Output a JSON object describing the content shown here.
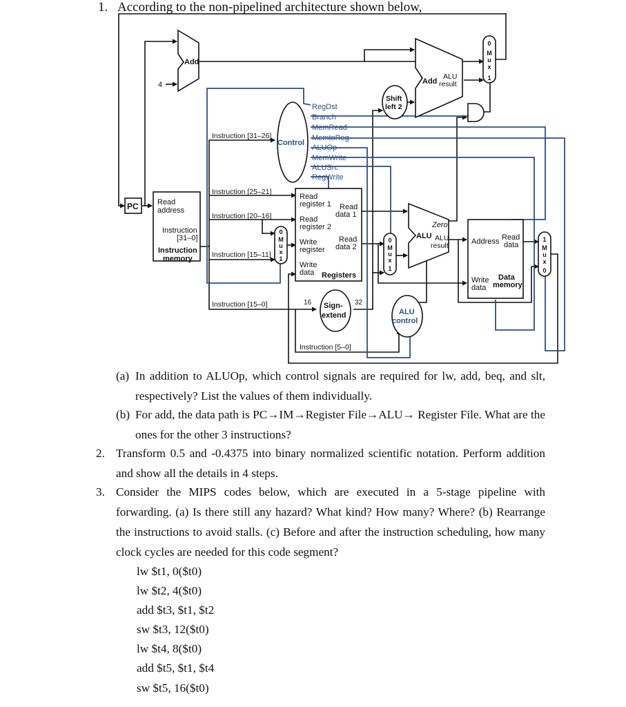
{
  "q1": {
    "number": "1.",
    "text": "According to the non-pipelined architecture shown below,",
    "a_label": "(a)",
    "a_text": "In addition to ALUOp, which control signals are required for lw, add, beq, and slt, respectively? List the values of them individually.",
    "b_label": "(b)",
    "b_text": "For add, the data path is PC→IM→Register File→ALU→ Register File. What are the ones for the other 3 instructions?"
  },
  "q2": {
    "number": "2.",
    "text": "Transform 0.5 and -0.4375 into binary normalized scientific notation. Perform addition and show all the details in 4 steps."
  },
  "q3": {
    "number": "3.",
    "text": "Consider the MIPS codes below, which are executed in a 5-stage pipeline with forwarding. (a) Is there still any hazard? What kind? How many? Where? (b) Rearrange the instructions to avoid stalls. (c) Before and after the instruction scheduling, how many clock cycles are needed for this code segment?",
    "code": [
      "lw $t1, 0($t0)",
      "lw $t2, 4($t0)",
      "add $t3, $t1, $t2",
      "sw $t3, 12($t0)",
      "lw $t4, 8($t0)",
      "add $t5, $t1, $t4",
      "sw $t5, 16($t0)"
    ]
  },
  "diagram": {
    "add_label": "Add",
    "four": "4",
    "pc": "PC",
    "im_read": "Read",
    "im_address": "address",
    "im_instruction": "Instruction",
    "im_bits": "[31–0]",
    "im_title1": "Instruction",
    "im_title2": "memory",
    "instr_31_26": "Instruction [31–26]",
    "instr_25_21": "Instruction [25–21]",
    "instr_20_16": "Instruction [20–16]",
    "instr_15_11": "Instruction [15–11]",
    "instr_15_0": "Instruction [15–0]",
    "instr_5_0": "Instruction [5–0]",
    "control": "Control",
    "signals": [
      "RegDst",
      "Branch",
      "MemRead",
      "MemtoReg",
      "ALUOp",
      "MemWrite",
      "ALUSrc",
      "RegWrite"
    ],
    "rf_read1a": "Read",
    "rf_read1b": "register 1",
    "rf_read2a": "Read",
    "rf_read2b": "register 2",
    "rf_writea": "Write",
    "rf_writeb": "register",
    "rf_wdataa": "Write",
    "rf_wdatab": "data",
    "rf_title": "Registers",
    "rf_rd1a": "Read",
    "rf_rd1b": "data 1",
    "rf_rd2a": "Read",
    "rf_rd2b": "data 2",
    "mux_letters": [
      "M",
      "u",
      "x"
    ],
    "mux_zero": "0",
    "mux_one": "1",
    "sign_a": "Sign-",
    "sign_b": "extend",
    "sixteen": "16",
    "thirtytwo": "32",
    "shift_a": "Shift",
    "shift_b": "left 2",
    "add2_label": "Add",
    "add2_alu": "ALU",
    "add2_result": "result",
    "alu_label": "ALU",
    "alu_zero": "Zero",
    "alu_alu": "ALU",
    "alu_result": "result",
    "aluctl_a": "ALU",
    "aluctl_b": "control",
    "dm_address": "Address",
    "dm_read_a": "Read",
    "dm_read_b": "data",
    "dm_write_a": "Write",
    "dm_write_b": "data",
    "dm_title_a": "Data",
    "dm_title_b": "memory"
  },
  "colors": {
    "control_lines": "#2b4f86",
    "ink": "#111111"
  }
}
